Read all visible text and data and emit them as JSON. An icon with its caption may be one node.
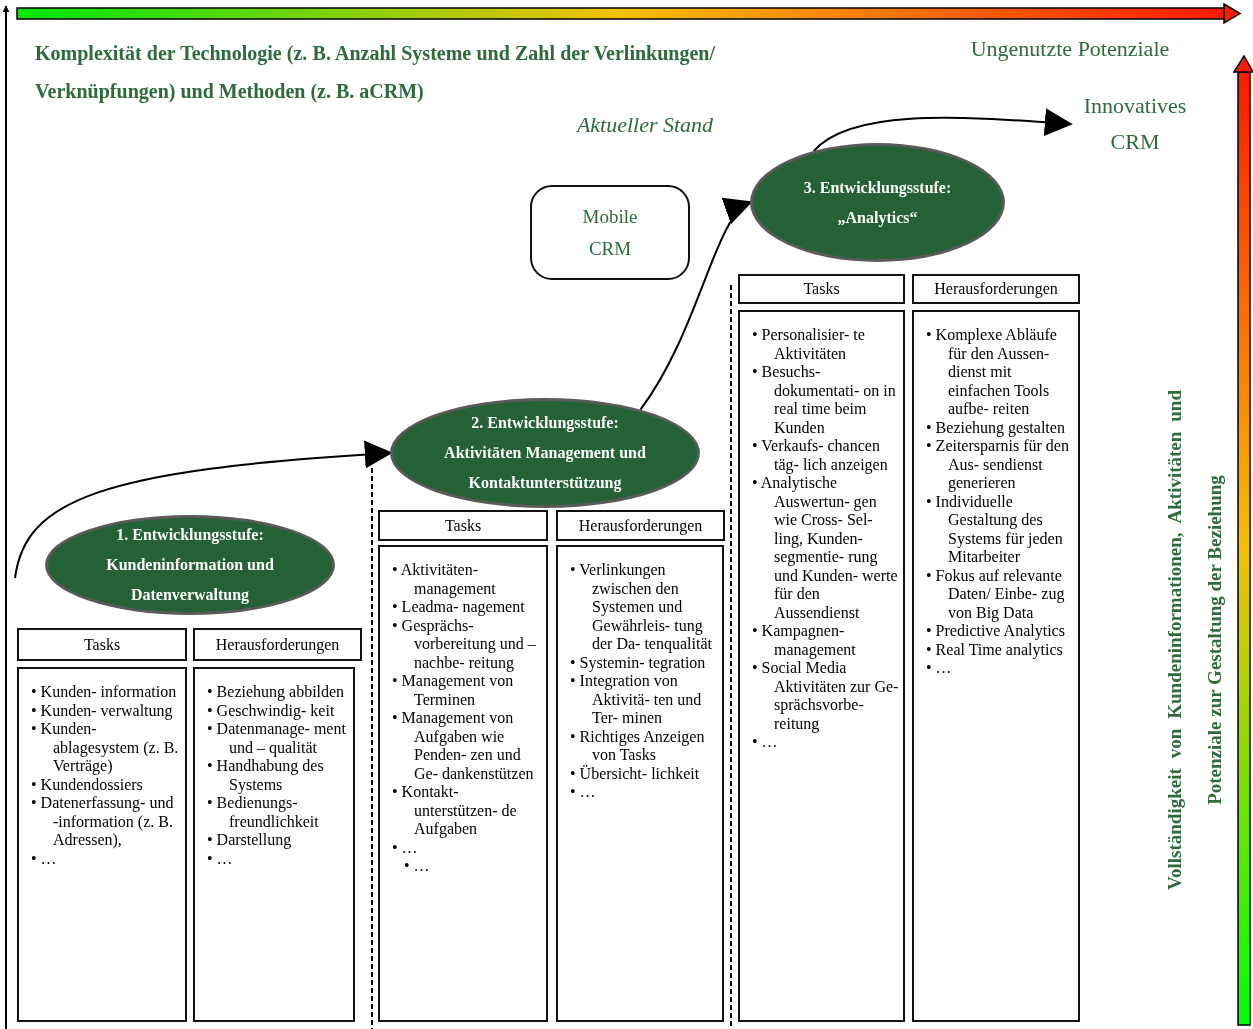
{
  "diagram": {
    "nodes": [
      {
        "text": [
          "1. Entwicklungsstufe: Kundeninformation und Datenverwaltung"
        ]
      },
      {
        "text": [
          "Tasks"
        ]
      },
      {
        "text": [
          "Herausforderungen"
        ]
      },
      {
        "text": [
          "• Kunden- information",
          "• Kunden- verwaltung",
          "• Kunden- ablagesystem (z. B. Verträge)",
          "• Kundendossiers",
          "• Datenerfassung- und -information (z. B. Adressen),",
          "• …"
        ]
      },
      {
        "text": [
          "• Beziehung abbilden",
          "• Geschwindig- keit",
          "• Datenmanage- ment und – qualität",
          "• Handhabung des Systems",
          "• Bedienungs- freundlichkeit",
          "• Darstellung",
          "• …"
        ]
      },
      {
        "text": [
          "2. Entwicklungsstufe: Aktivitäten Management und Kontaktunterstützung"
        ]
      },
      {
        "text": [
          "Tasks"
        ]
      },
      {
        "text": [
          "Herausforderungen"
        ]
      },
      {
        "text": [
          "• Aktivitäten- management",
          "• Leadma- nagement",
          "• Gesprächs- vorbereitung und – nachbe- reitung",
          "• Management von Terminen",
          "• Management von Aufgaben wie Penden- zen und Ge- dankenstützen",
          "• Kontakt- unterstützen- de Aufgaben",
          "• …",
          "• …"
        ]
      },
      {
        "text": [
          "• Verlinkungen zwischen den Systemen und Gewährleis- tung der Da- tenqualität",
          "• Systemin- tegration",
          "• Integration von Aktivitä- ten und Ter- minen",
          "• Richtiges Anzeigen von Tasks",
          "• Übersicht- lichkeit",
          "• …"
        ]
      },
      {
        "text": [
          "Mobile CRM"
        ]
      },
      {
        "text": [
          "3. Entwicklungsstufe: „Analytics“"
        ]
      },
      {
        "text": [
          "Tasks"
        ]
      },
      {
        "text": [
          "Herausforderungen"
        ]
      },
      {
        "text": [
          "• Personalisier- te Aktivitäten",
          "• Besuchs- dokumentati- on in real time beim Kunden",
          "• Verkaufs- chancen täg- lich anzeigen",
          "• Analytische Auswertun- gen wie Cross- Sel- ling, Kunden- segmentie- rung und Kunden- werte für den Aussendienst",
          "• Kampagnen- management",
          "• Social Media Aktivitäten zur Ge- sprächsvorbe- reitung",
          "• …"
        ]
      },
      {
        "text": [
          "• Komplexe Abläufe für den Aussen- dienst mit einfachen Tools aufbe- reiten",
          "• Beziehung gestalten",
          "• Zeitersparnis für den Aus- sendienst generieren",
          "• Individuelle Gestaltung des Systems für jeden Mitarbeiter",
          "• Fokus auf relevante Daten/ Einbe- zug von Big Data",
          "• Predictive Analytics",
          "• Real Time analytics",
          "• …"
        ]
      },
      {
        "text": [
          "Innovatives CRM"
        ]
      }
    ],
    "edges": [
      {
        "from": null,
        "to": 5,
        "arrow": "to"
      },
      {
        "from": 5,
        "to": 11,
        "arrow": "to"
      },
      {
        "from": 11,
        "to": 16,
        "arrow": "to"
      }
    ],
    "labels": [
      "Komplexität der Technologie (z. B. Anzahl Systeme und Zahl der Verlinkungen/ Verknüpfungen) und Methoden (z. B. aCRM)",
      "Ungenutzte Potenziale",
      "Aktueller Stand",
      "Vollständigkeit von Kundeninformationen, Aktivitäten und Potenziale zur Gestaltung der Beziehung"
    ]
  }
}
